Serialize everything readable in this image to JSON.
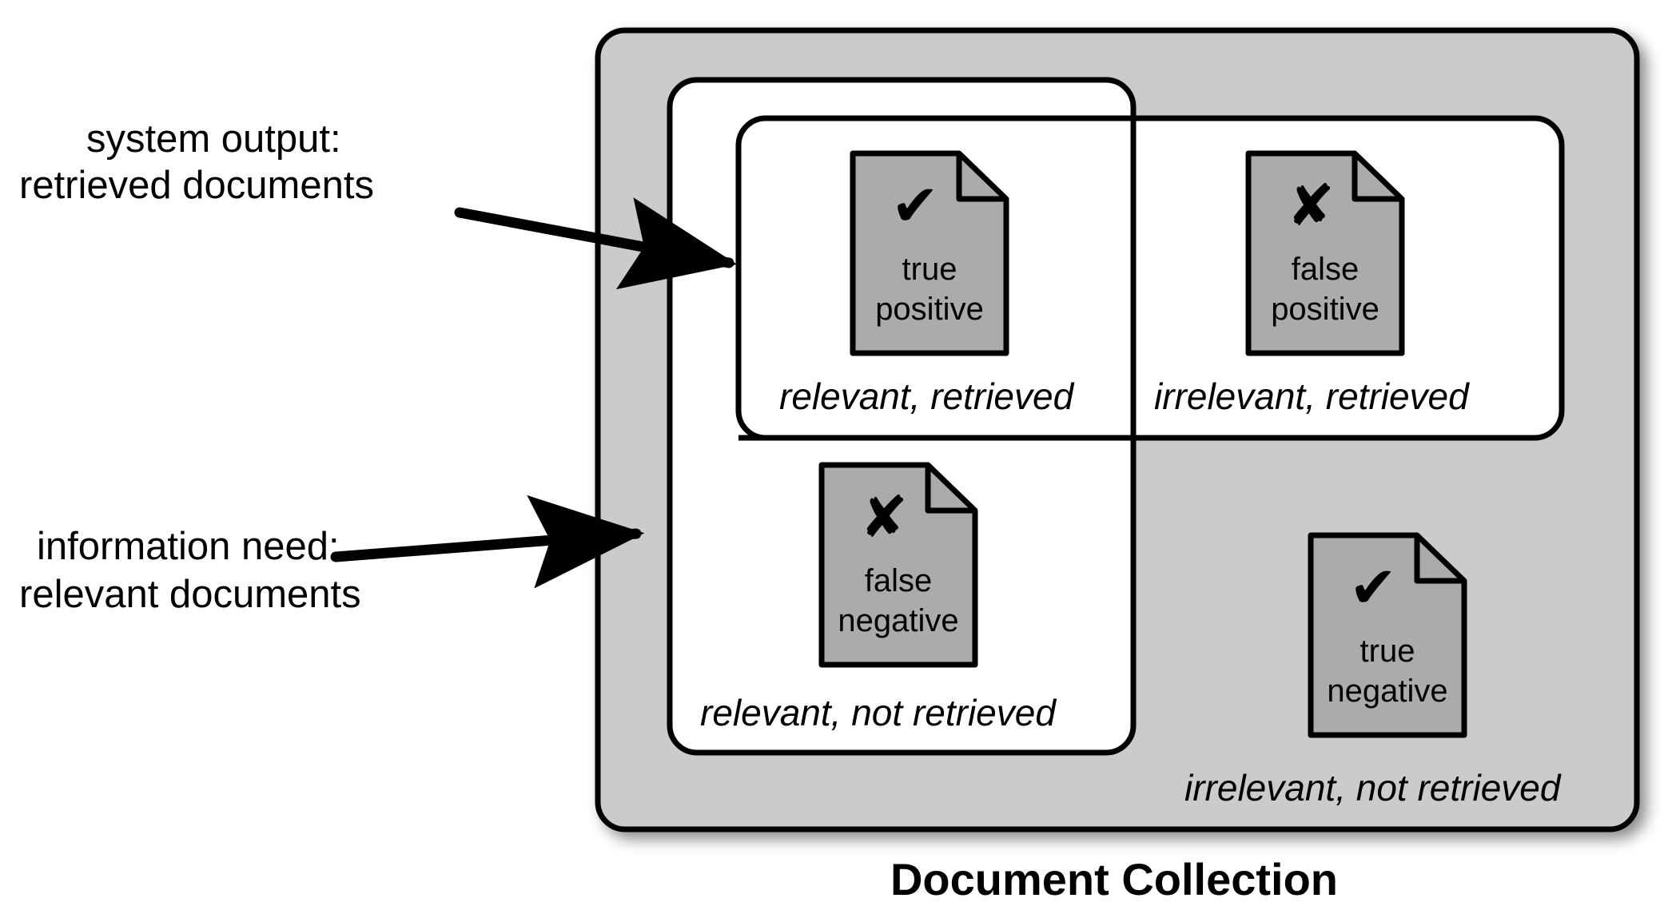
{
  "figure": {
    "title": "Document Collection",
    "colors": {
      "collection_fill": "#cbcbcb",
      "region_fill": "#ffffff",
      "document_fill": "#ababab",
      "stroke": "#000000",
      "background": "#ffffff"
    }
  },
  "callouts": [
    {
      "id": "system-output",
      "line1": "system output:",
      "line2": "retrieved documents"
    },
    {
      "id": "information-need",
      "line1": "information need:",
      "line2": "relevant documents"
    }
  ],
  "regions": [
    {
      "id": "relevant-retrieved",
      "caption": "relevant, retrieved"
    },
    {
      "id": "irrelevant-retrieved",
      "caption": "irrelevant, retrieved"
    },
    {
      "id": "relevant-not-retrieved",
      "caption": "relevant, not retrieved"
    },
    {
      "id": "irrelevant-not-retrieved",
      "caption": "irrelevant, not retrieved"
    }
  ],
  "documents": [
    {
      "id": "true-positive",
      "mark": "✔",
      "mark_name": "check-mark",
      "line1": "true",
      "line2": "positive"
    },
    {
      "id": "false-positive",
      "mark": "✘",
      "mark_name": "cross-mark",
      "line1": "false",
      "line2": "positive"
    },
    {
      "id": "false-negative",
      "mark": "✘",
      "mark_name": "cross-mark",
      "line1": "false",
      "line2": "negative"
    },
    {
      "id": "true-negative",
      "mark": "✔",
      "mark_name": "check-mark",
      "line1": "true",
      "line2": "negative"
    }
  ]
}
